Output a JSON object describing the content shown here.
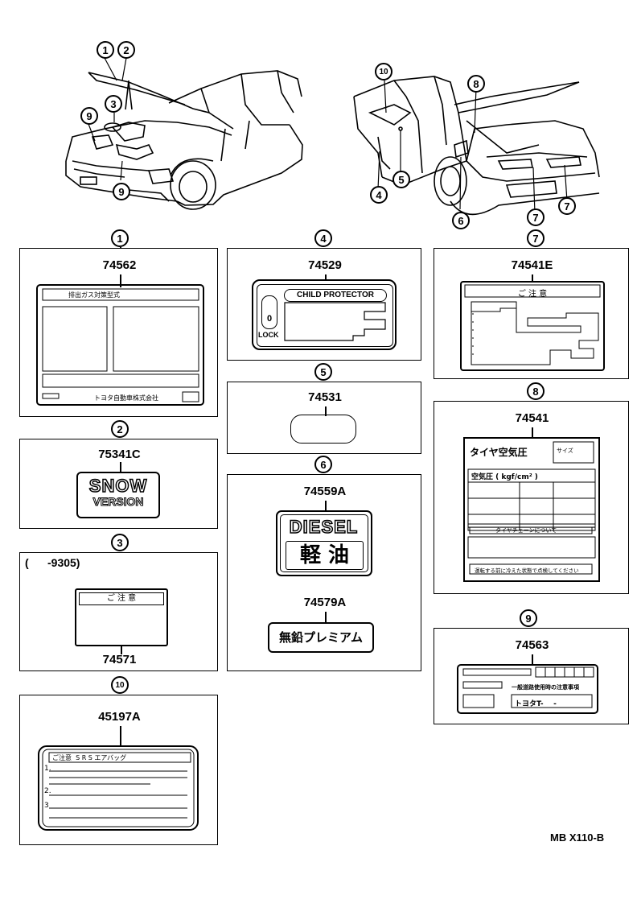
{
  "callouts": {
    "c1": "1",
    "c2": "2",
    "c3": "3",
    "c4": "4",
    "c5": "5",
    "c6": "6",
    "c7": "7",
    "c8": "8",
    "c9": "9",
    "c10": "10"
  },
  "front_car_callouts": {
    "a": "1",
    "b": "2",
    "c": "3",
    "d": "9",
    "e": "9"
  },
  "rear_car_callouts": {
    "a": "10",
    "b": "8",
    "c": "4",
    "d": "5",
    "e": "6",
    "f": "7",
    "g": "7"
  },
  "labels": {
    "p1": {
      "part": "74562",
      "footer_left": "━━",
      "footer_text": "トヨタ自動車株式会社",
      "header": "排出ガス対策型式"
    },
    "p2": {
      "part": "75341C",
      "line1": "SNOW",
      "line2": "VERSION"
    },
    "p3": {
      "part": "74571",
      "range": "(      -9305)",
      "header": "ご 注 意"
    },
    "p4": {
      "part": "74529",
      "title": "CHILD PROTECTOR",
      "lock": "LOCK",
      "knob": "0"
    },
    "p5": {
      "part": "74531"
    },
    "p6": {
      "part_a": "74559A",
      "diesel": "DIESEL",
      "keiyu": "軽 油",
      "part_b": "74579A",
      "premium": "無鉛プレミアム"
    },
    "p7": {
      "part": "74541E",
      "header": "ご 注 意"
    },
    "p8": {
      "part": "74541",
      "title": "タイヤ空気圧",
      "sub": "空気圧 ( kgf/cm² )",
      "chain": "タイヤチェーンについて",
      "note": "運転する前に冷えた状態で点検してください",
      "legend": "サイズ"
    },
    "p9": {
      "part": "74563",
      "mid": "一般道路使用時の注意事項",
      "maker": "トヨタT-    -"
    },
    "p10": {
      "part": "45197A",
      "header": "ご注意  S R S エアバッグ",
      "n1": "1.",
      "n2": "2.",
      "n3": "3"
    }
  },
  "footer": {
    "code": "MB X110-B"
  }
}
